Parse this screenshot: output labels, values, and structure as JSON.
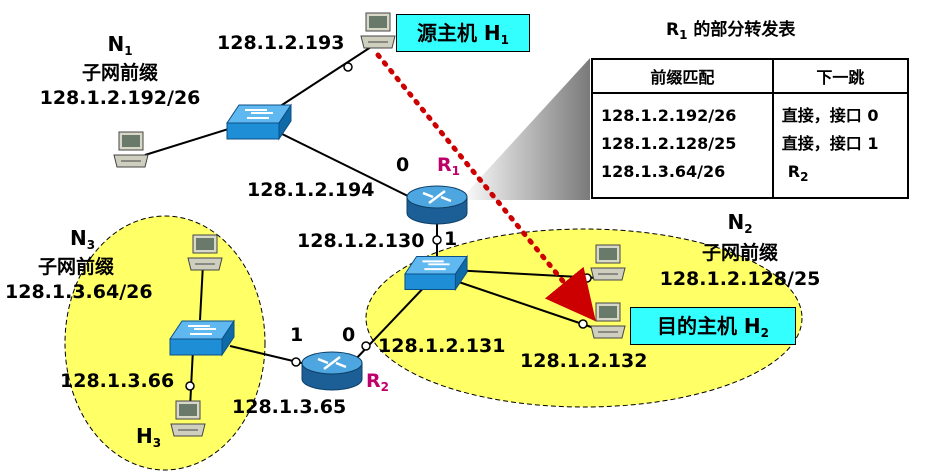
{
  "title": {
    "main": "R",
    "sub": "1",
    "rest": " 的部分转发表"
  },
  "networks": {
    "n1": {
      "name": "N",
      "sub": "1",
      "desc": "子网前缀",
      "prefix": "128.1.2.192/26"
    },
    "n2": {
      "name": "N",
      "sub": "2",
      "desc": "子网前缀",
      "prefix": "128.1.2.128/25"
    },
    "n3": {
      "name": "N",
      "sub": "3",
      "desc": "子网前缀",
      "prefix": "128.1.3.64/26"
    }
  },
  "hosts": {
    "h1": {
      "label": "源主机 H",
      "sub": "1",
      "ip": "128.1.2.193"
    },
    "h2": {
      "label": "目的主机 H",
      "sub": "2",
      "ip": "128.1.2.132"
    },
    "h3": {
      "name": "H",
      "sub": "3",
      "ip": "128.1.3.66"
    },
    "n2_other_ip": "128.1.2.131"
  },
  "routers": {
    "r1": {
      "name": "R",
      "sub": "1",
      "port0": "0",
      "port1": "1",
      "ip0": "128.1.2.194",
      "ip1": "128.1.2.130"
    },
    "r2": {
      "name": "R",
      "sub": "2",
      "port0": "0",
      "port1": "1",
      "ip1": "128.1.3.65"
    }
  },
  "table": {
    "headers": [
      "前缀匹配",
      "下一跳"
    ],
    "prefixes": [
      "128.1.2.192/26",
      "128.1.2.128/25",
      "128.1.3.64/26"
    ],
    "next_hops": [
      "直接，接口 0",
      "直接，接口 1",
      "R"
    ],
    "next_hop_r2_sub": "2"
  },
  "colors": {
    "ellipse_fill": "#ffff66",
    "label_box": "#33ffff",
    "path_arrow": "#cc0000",
    "router_label": "#c0006a",
    "switch": "#1e8fd6",
    "router": "#2a7fc0"
  },
  "icons": [
    "switch-icon",
    "router-icon",
    "computer-icon"
  ]
}
